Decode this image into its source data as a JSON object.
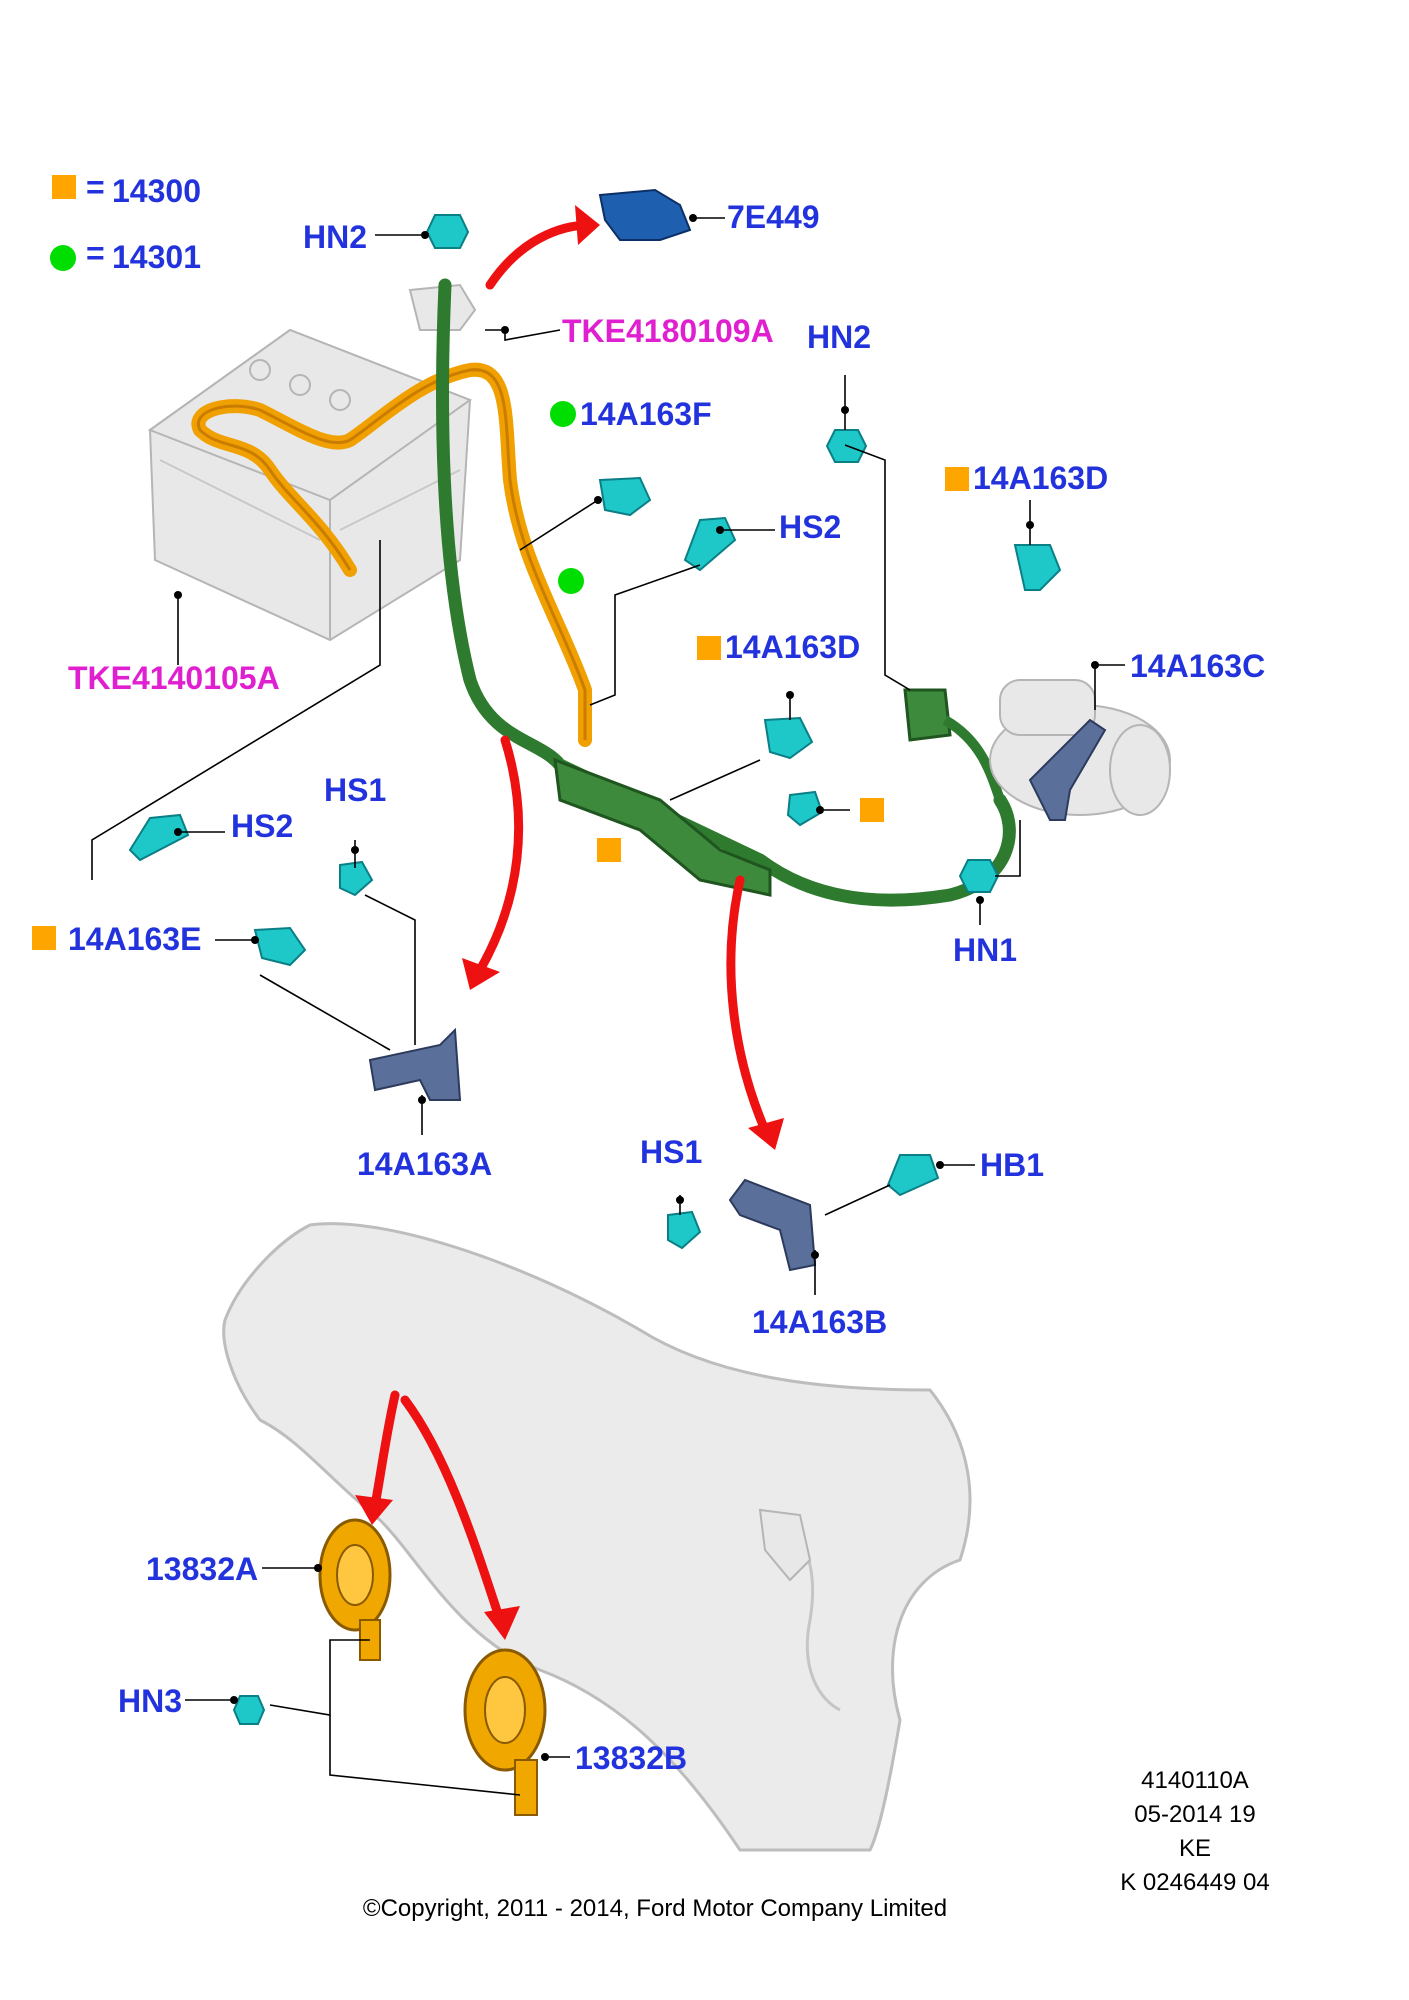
{
  "legend": {
    "square_eq": "=",
    "square_value": "14300",
    "circle_eq": "=",
    "circle_value": "14301",
    "square_color": "#ffa500",
    "circle_color": "#00dd00"
  },
  "labels": {
    "hn2_top": "HN2",
    "e7449": "7E449",
    "tke4180109a": "TKE4180109A",
    "hn2_right": "HN2",
    "a14a163f": "14A163F",
    "a14a163d_right": "14A163D",
    "hs2_mid": "HS2",
    "tke4140105a": "TKE4140105A",
    "a14a163d_mid": "14A163D",
    "a14a163c": "14A163C",
    "hs1_left": "HS1",
    "hs2_left": "HS2",
    "a14a163e": "14A163E",
    "hn1": "HN1",
    "a14a163a": "14A163A",
    "hs1_lower": "HS1",
    "hb1": "HB1",
    "a14a163b": "14A163B",
    "a13832a": "13832A",
    "hn3": "HN3",
    "a13832b": "13832B"
  },
  "colors": {
    "label_blue": "#2233dd",
    "label_magenta": "#e020d0",
    "arrow_red": "#ee1111",
    "cable_green": "#2e7a2e",
    "cable_orange": "#f0a000",
    "fastener_cyan": "#1fc8c8",
    "bracket_blue": "#5a6f9a"
  },
  "meta": {
    "ref1": "4140110A",
    "ref2": "05-2014 19",
    "ref3": "KE",
    "ref4": "K 0246449 04",
    "copyright": "©Copyright, 2011 - 2014, Ford Motor Company Limited"
  }
}
